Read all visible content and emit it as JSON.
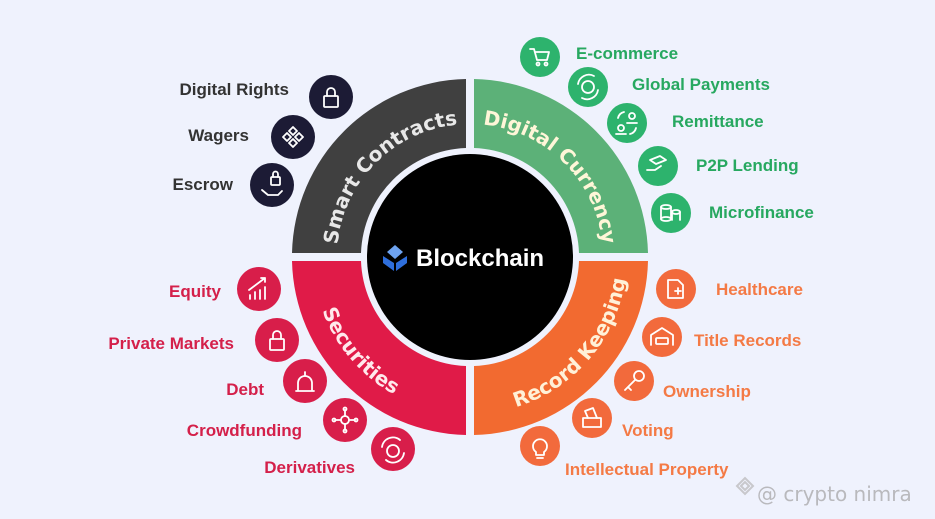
{
  "center": {
    "title": "Blockchain"
  },
  "segments": {
    "smart_contracts": {
      "title": "Smart Contracts",
      "color": "#404040",
      "items": [
        "Digital Rights",
        "Wagers",
        "Escrow"
      ]
    },
    "digital_currency": {
      "title": "Digital Currency",
      "color": "#5cb178",
      "items": [
        "E-commerce",
        "Global Payments",
        "Remittance",
        "P2P Lending",
        "Microfinance"
      ]
    },
    "securities": {
      "title": "Securities",
      "color": "#e01b48",
      "items": [
        "Equity",
        "Private Markets",
        "Debt",
        "Crowdfunding",
        "Derivatives"
      ]
    },
    "record_keeping": {
      "title": "Record Keeping",
      "color": "#f26a30",
      "items": [
        "Healthcare",
        "Title Records",
        "Ownership",
        "Voting",
        "Intellectual Property"
      ]
    }
  },
  "watermark": {
    "text": "@ crypto nimra"
  }
}
